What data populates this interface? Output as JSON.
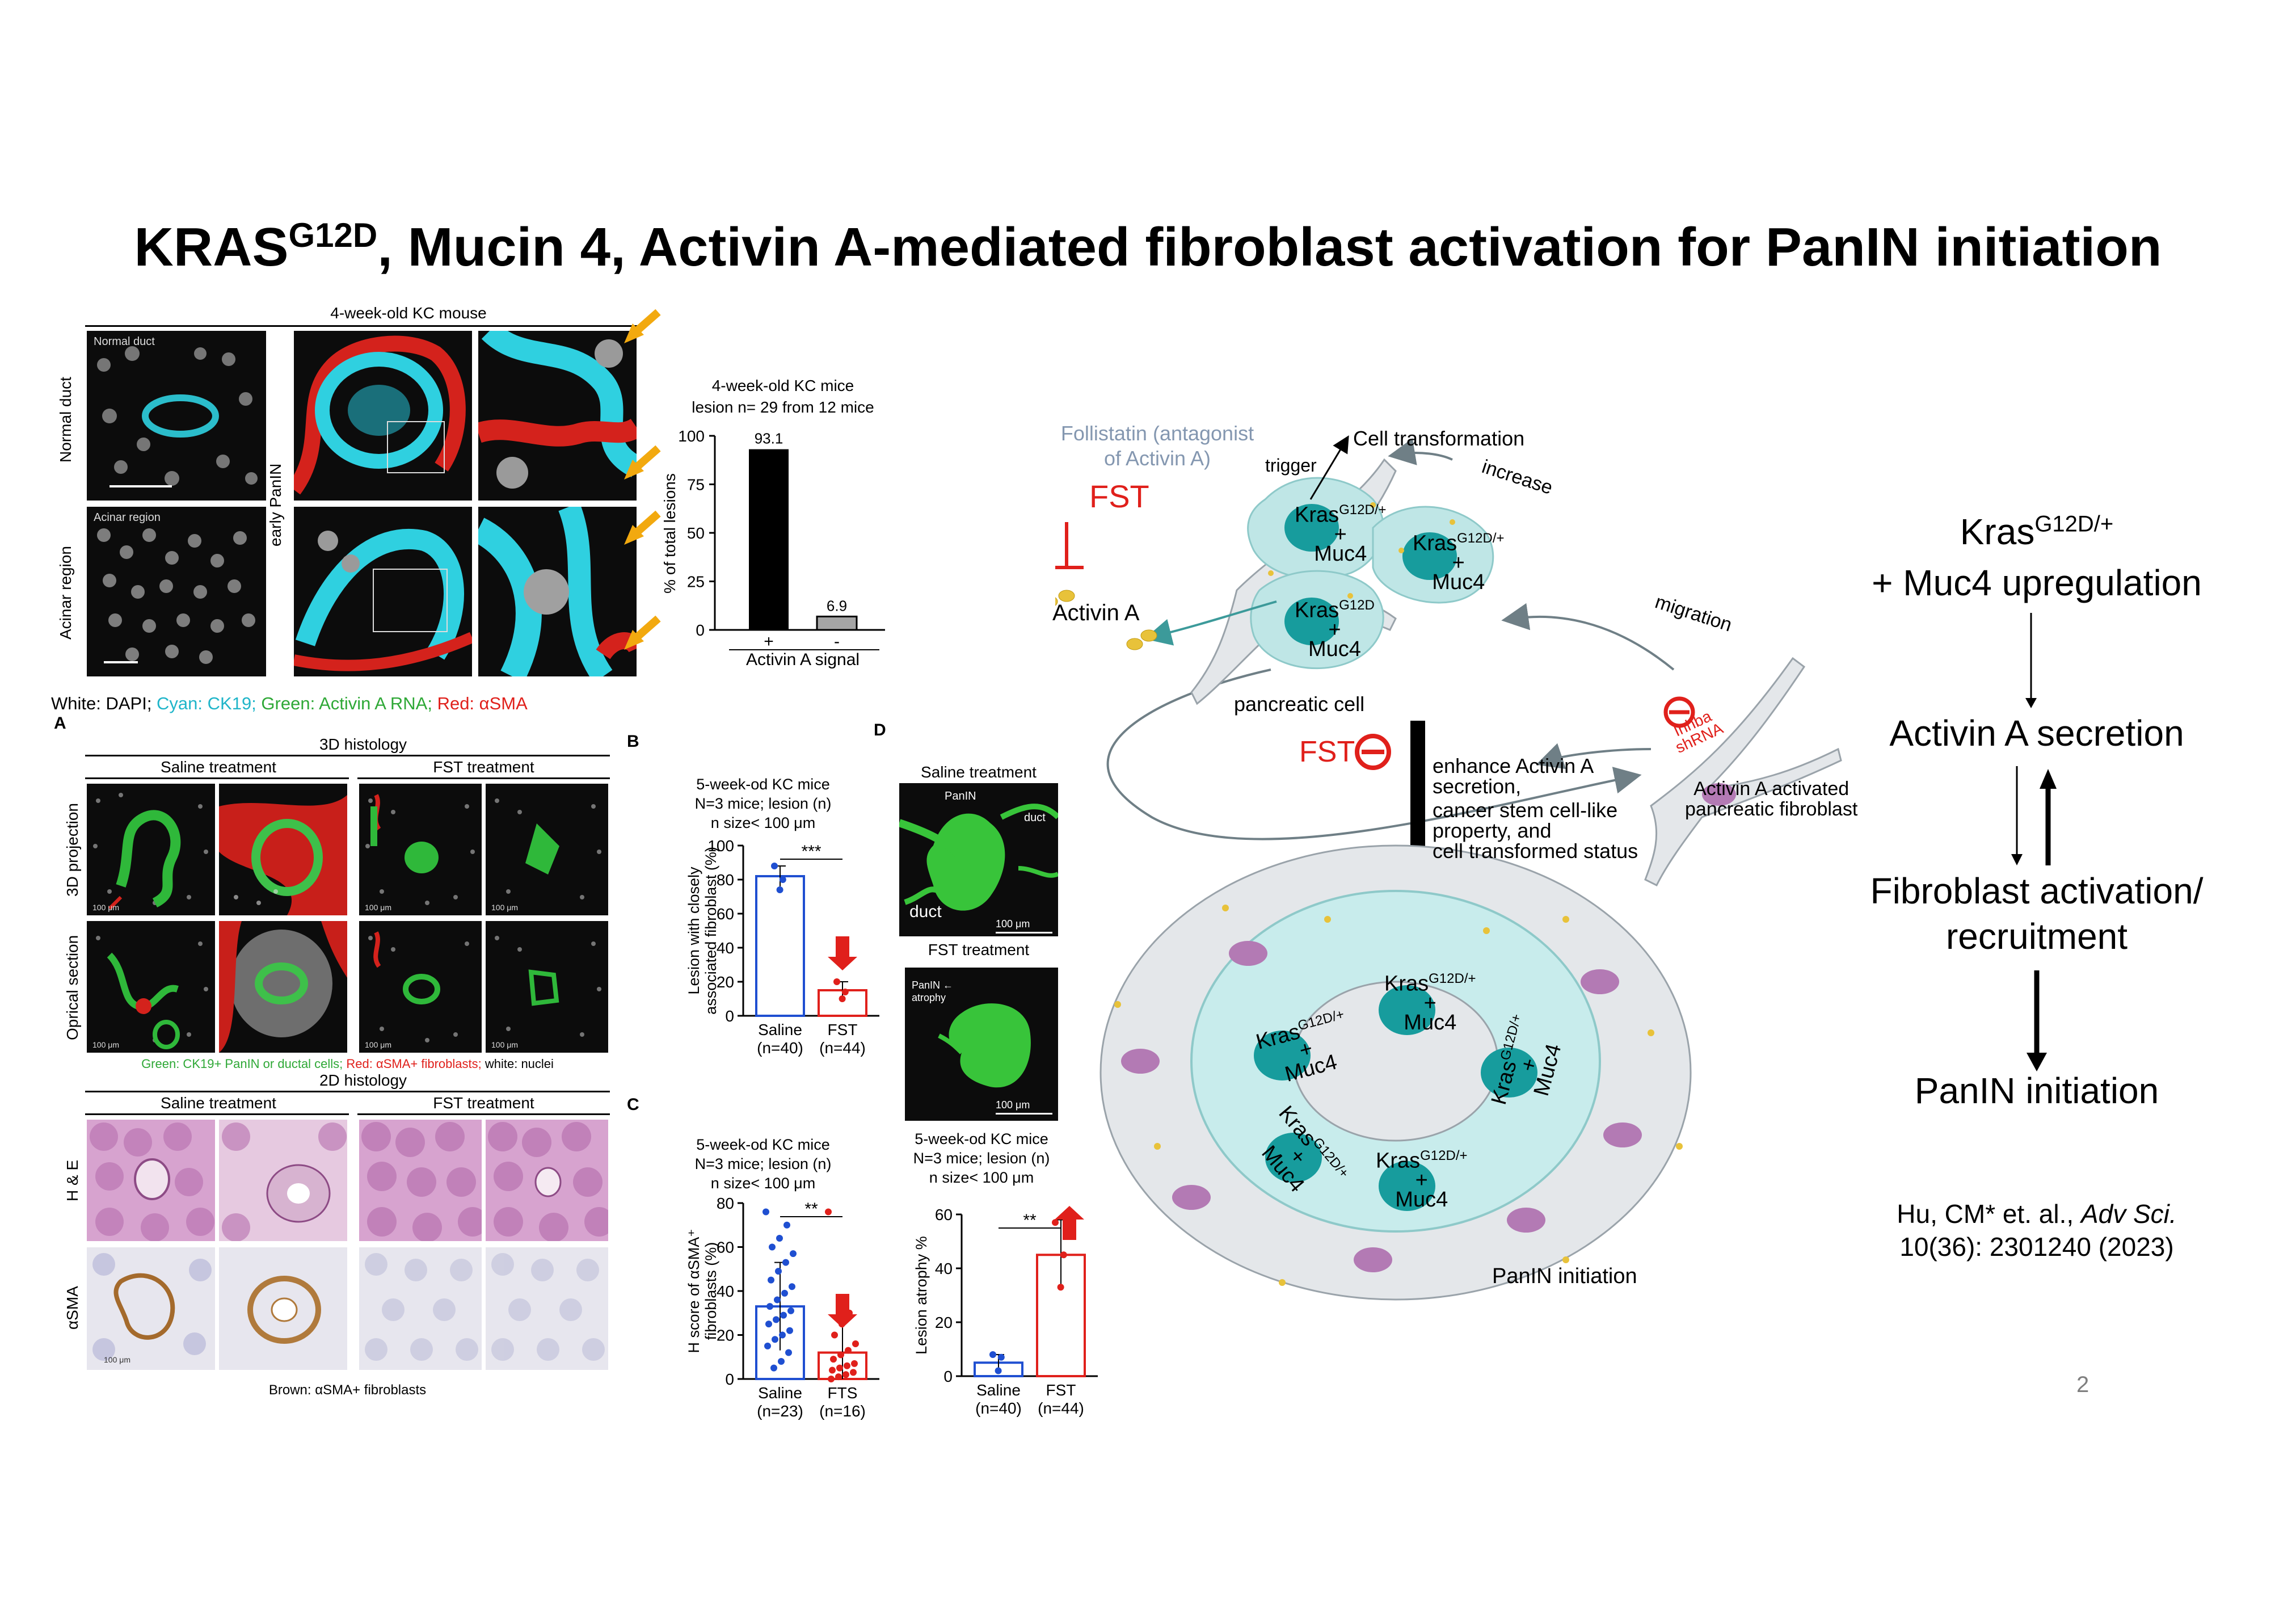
{
  "title": {
    "main": "KRAS",
    "sup": "G12D",
    "rest": ", Mucin 4, Activin A-mediated fibroblast activation for PanIN initiation"
  },
  "top_panel": {
    "header": "4-week-old KC mouse",
    "row_normal": "Normal duct",
    "row_acinar": "Acinar region",
    "col_panin": "early PanIN",
    "img_normal": "Normal duct",
    "img_acinar": "Acinar region",
    "legend": [
      {
        "text": "White: DAPI; ",
        "color": "#000000"
      },
      {
        "text": "Cyan: CK19; ",
        "color": "#1fb5c9"
      },
      {
        "text": "Green: Activin A RNA; ",
        "color": "#2ea836"
      },
      {
        "text": "Red: αSMA",
        "color": "#e0201b"
      }
    ]
  },
  "chart_top": {
    "subtitle1": "4-week-old KC mice",
    "subtitle2": "lesion n= 29 from 12 mice",
    "ylabel": "% of total lesions",
    "xlabel": "Activin A signal",
    "ticks": [
      "0",
      "25",
      "50",
      "75",
      "100"
    ],
    "cats": [
      "+",
      "-"
    ],
    "labels": [
      "93.1",
      "6.9"
    ]
  },
  "panel_A": {
    "letter": "A",
    "h3d": "3D histology",
    "saline": "Saline treatment",
    "fst": "FST treatment",
    "row1": "3D projection",
    "row2": "Oprical section",
    "scale": "100 μm",
    "legend": [
      {
        "text": "Green: CK19+ PanIN or ductal cells; ",
        "color": "#2ea836"
      },
      {
        "text": "Red: αSMA+ fibroblasts; ",
        "color": "#e0201b"
      },
      {
        "text": "white: nuclei",
        "color": "#000000"
      }
    ],
    "h2d": "2D histology",
    "row3": "H & E",
    "row4": "αSMA",
    "brown": "Brown: αSMA+ fibroblasts"
  },
  "panel_B": {
    "letter": "B",
    "t1": "5-week-od KC mice",
    "t2": "N=3 mice; lesion (n)",
    "t3": "n size< 100 μm",
    "ylabel1": "Lesion with closely",
    "ylabel2": "associated fibroblast (%)",
    "sig": "***",
    "ticks": [
      "0",
      "20",
      "40",
      "60",
      "80",
      "100"
    ],
    "cats": [
      "Saline",
      "FST"
    ],
    "ns": [
      "(n=40)",
      "(n=44)"
    ]
  },
  "panel_C": {
    "letter": "C",
    "t1": "5-week-od KC mice",
    "t2": "N=3 mice; lesion (n)",
    "t3": "n size< 100 μm",
    "ylabel1": "H score of αSMA⁺",
    "ylabel2": "fibroblasts (%)",
    "sig": "**",
    "ticks": [
      "0",
      "20",
      "40",
      "60",
      "80"
    ],
    "cats": [
      "Saline",
      "FTS"
    ],
    "ns": [
      "(n=23)",
      "(n=16)"
    ]
  },
  "panel_D": {
    "letter": "D",
    "saline": "Saline treatment",
    "fst": "FST treatment",
    "img1_a": "PanIN",
    "img1_b": "duct",
    "img1_c": "duct",
    "img2_a": "PanIN ←",
    "img2_b": "atrophy",
    "scale": "100 μm",
    "t1": "5-week-od KC mice",
    "t2": "N=3 mice; lesion (n)",
    "t3": "n size< 100 μm",
    "ylabel": "Lesion atrophy %",
    "sig": "**",
    "ticks": [
      "0",
      "20",
      "40",
      "60"
    ],
    "cats": [
      "Saline",
      "FST"
    ],
    "ns": [
      "(n=40)",
      "(n=44)"
    ]
  },
  "chart_data": [
    {
      "type": "bar",
      "categories": [
        "+",
        "-"
      ],
      "values": [
        93.1,
        6.9
      ],
      "title": "4-week-old KC mice",
      "subtitle": "lesion n= 29 from 12 mice",
      "xlabel": "Activin A signal",
      "ylabel": "% of total lesions",
      "ylim": [
        0,
        100
      ]
    },
    {
      "type": "bar",
      "categories": [
        "Saline (n=40)",
        "FST (n=44)"
      ],
      "values": [
        82,
        15
      ],
      "ylim": [
        0,
        100
      ],
      "ylabel": "Lesion with closely associated fibroblast (%)",
      "title": "5-week-od KC mice",
      "points": [
        [
          88,
          80,
          74
        ],
        [
          20,
          14,
          10
        ]
      ],
      "errors": [
        6,
        5
      ],
      "significance": "***"
    },
    {
      "type": "bar",
      "categories": [
        "Saline (n=23)",
        "FTS (n=16)"
      ],
      "values": [
        33,
        12
      ],
      "ylim": [
        0,
        80
      ],
      "ylabel": "H score of αSMA⁺ fibroblasts (%)",
      "title": "5-week-od KC mice",
      "points": [
        [
          76,
          70,
          64,
          60,
          57,
          53,
          49,
          45,
          42,
          39,
          36,
          33,
          31,
          29,
          27,
          25,
          22,
          20,
          18,
          15,
          12,
          8,
          5
        ],
        [
          76,
          30,
          25,
          20,
          16,
          13,
          11,
          9,
          7,
          6,
          5,
          4,
          3,
          2,
          1,
          0
        ]
      ],
      "errors": [
        20,
        17
      ],
      "significance": "**"
    },
    {
      "type": "bar",
      "categories": [
        "Saline (n=40)",
        "FST (n=44)"
      ],
      "values": [
        5,
        45
      ],
      "ylim": [
        0,
        60
      ],
      "ylabel": "Lesion atrophy %",
      "title": "5-week-od KC mice",
      "points": [
        [
          8,
          7,
          2
        ],
        [
          57,
          45,
          33
        ]
      ],
      "errors": [
        3,
        13
      ],
      "significance": "**"
    }
  ],
  "diagram": {
    "fst_ant1": "Follistatin (antagonist",
    "fst_ant2": "of Activin A)",
    "fst": "FST",
    "activin": "Activin A",
    "cell_transform": "Cell transformation",
    "trigger": "trigger",
    "increase": "increase",
    "migration": "migration",
    "pancreatic_cell": "pancreatic cell",
    "kras": "Kras",
    "plus": "+",
    "muc4": "Muc4",
    "sup": "G12D/+",
    "sup_short": "G12D",
    "fst2": "FST",
    "enhance1": "enhance Activin A",
    "enhance2": "secretion,",
    "cancer1": "cancer stem cell-like",
    "cancer2": "property, and",
    "cancer3": "cell transformed status",
    "inhba1": "Inhba",
    "inhba2": "shRNA",
    "act_fib1": "Activin A activated",
    "act_fib2": "pancreatic fibroblast",
    "panin": "PanIN initiation"
  },
  "flow": {
    "kras": "Kras",
    "kras_sup": "G12D/+",
    "muc4": "+ Muc4 upregulation",
    "activin": "Activin A secretion",
    "fib1": "Fibroblast activation/",
    "fib2": "recruitment",
    "panin": "PanIN initiation"
  },
  "citation": {
    "l1a": "Hu, CM* et. al., ",
    "l1b": "Adv Sci.",
    "l2": "10(36): 2301240 (2023)"
  },
  "page_number": "2",
  "colors": {
    "cyan": "#1fb5c9",
    "green": "#2ea836",
    "red": "#e0201b",
    "blue": "#1f4fd1",
    "teal": "#0f9a9b",
    "gray_text": "#8497b0"
  }
}
